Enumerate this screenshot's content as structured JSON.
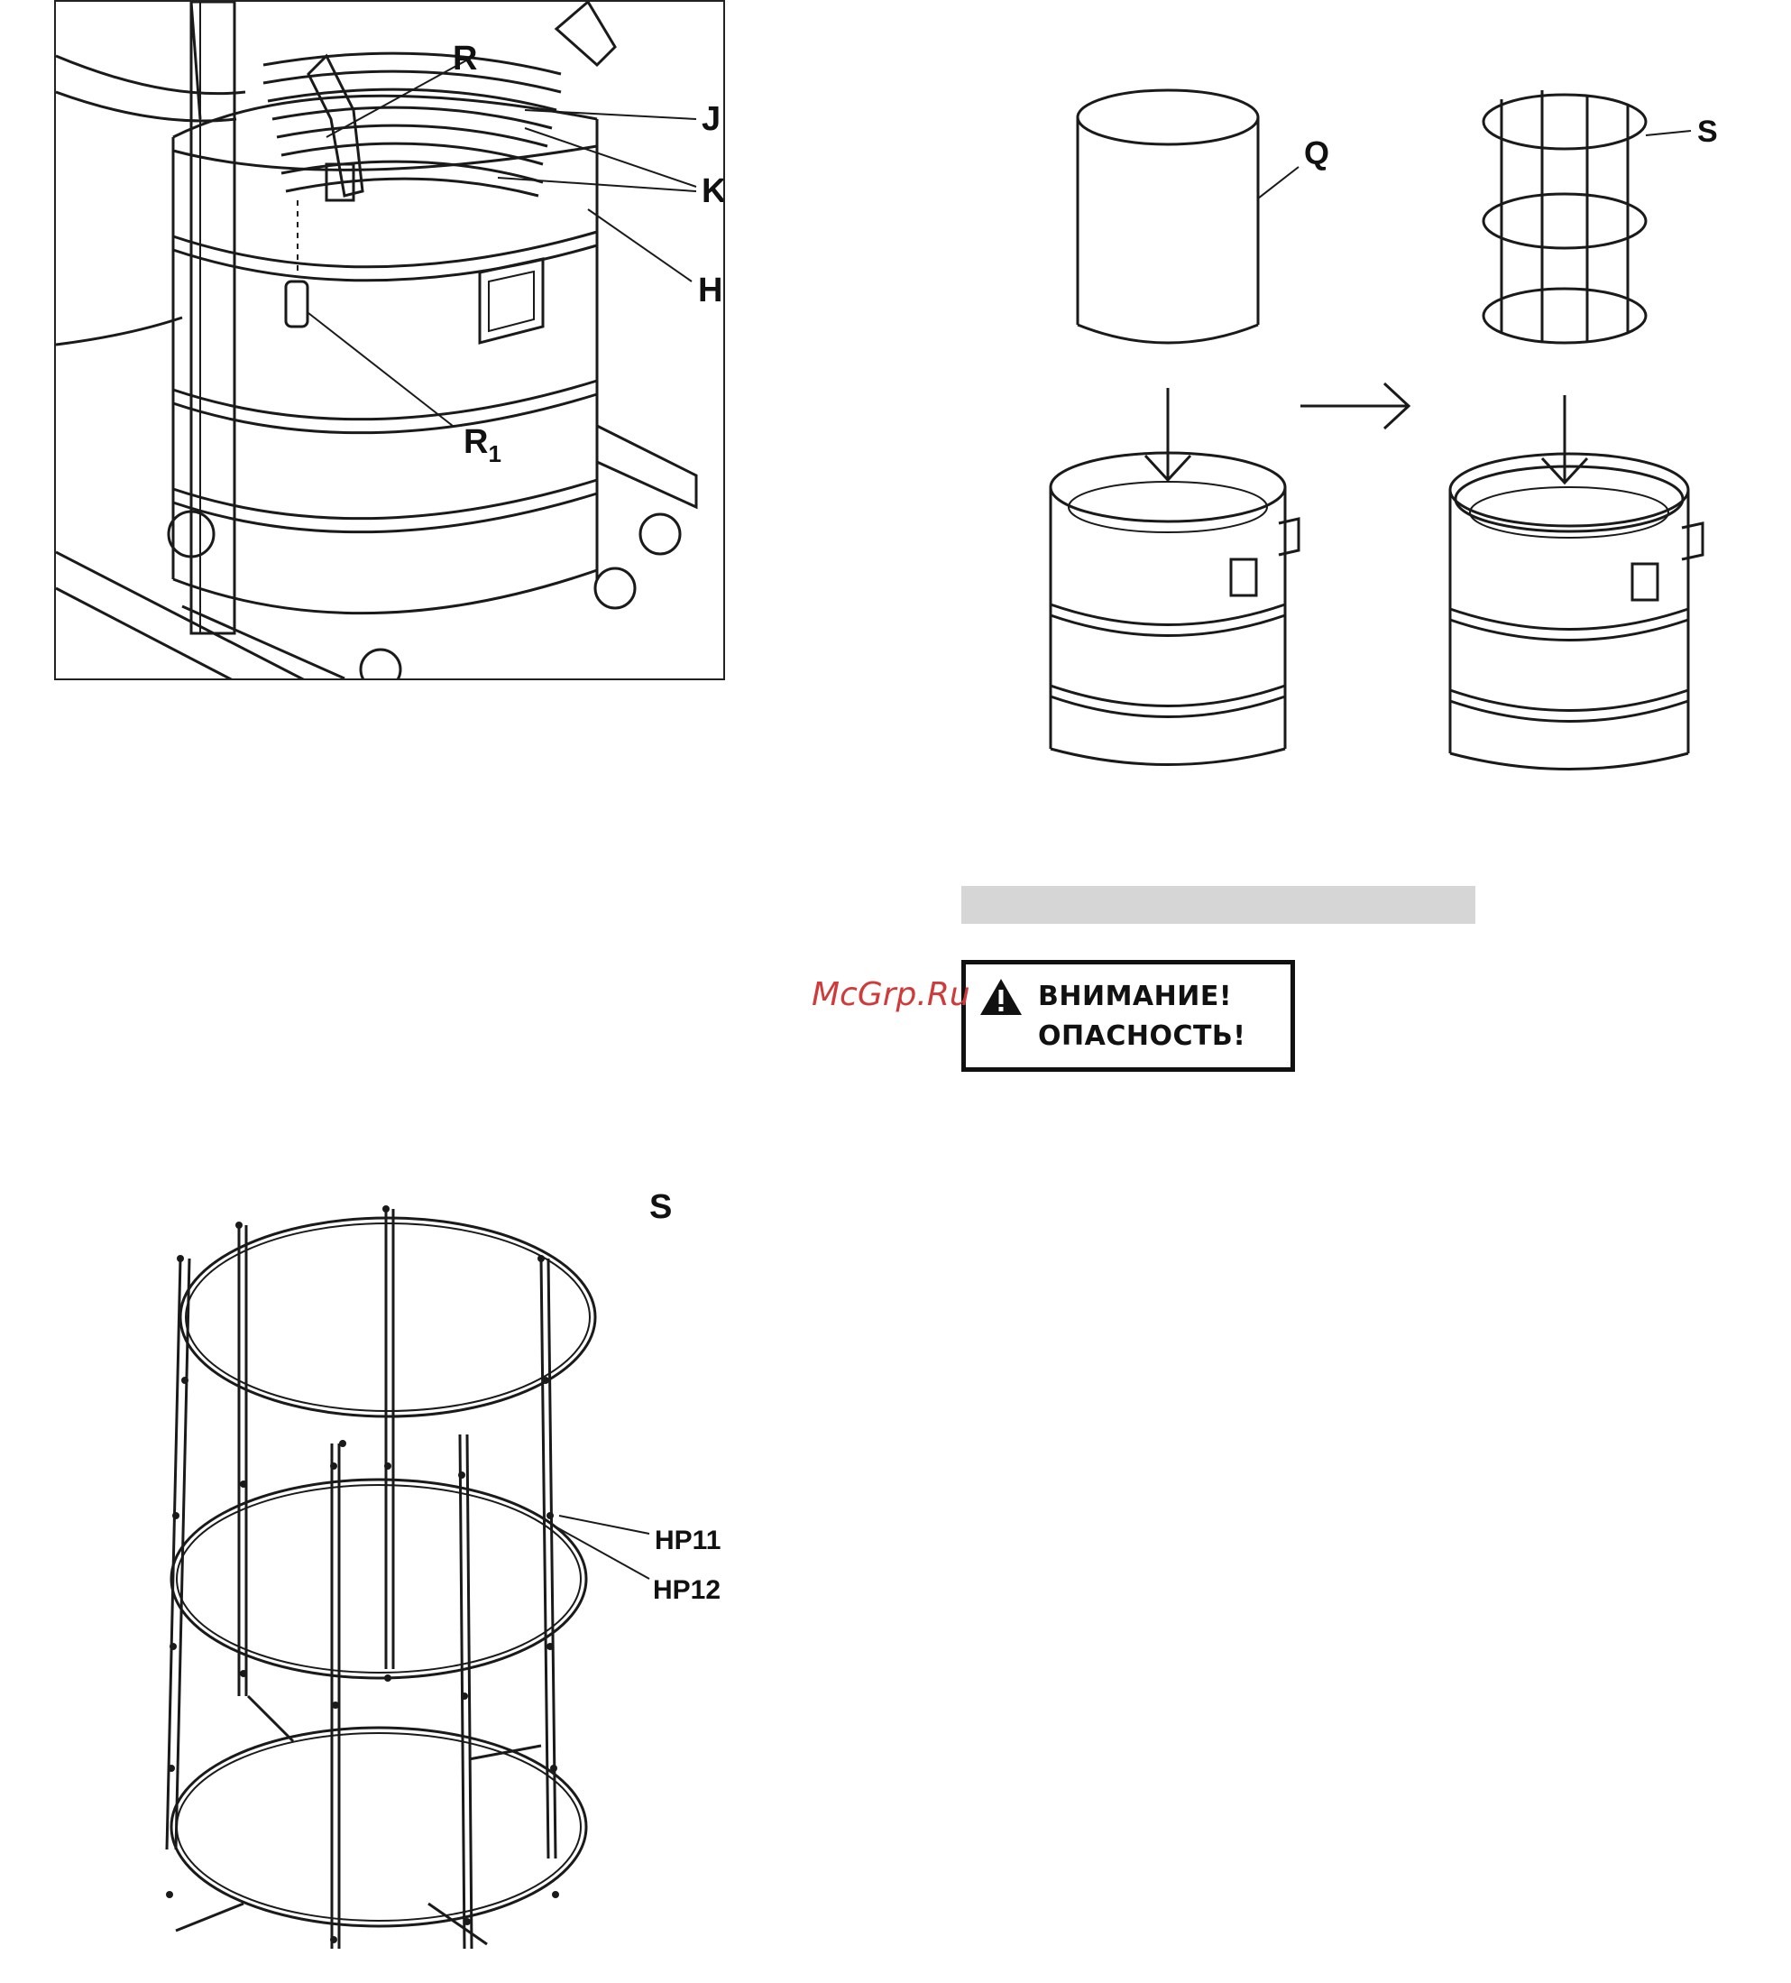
{
  "figure_top_left": {
    "labels": {
      "R": "R",
      "J": "J",
      "K": "K",
      "H": "H",
      "R1_main": "R",
      "R1_sub": "1"
    }
  },
  "figure_top_right": {
    "labels": {
      "Q": "Q",
      "S": "S"
    }
  },
  "figure_cage": {
    "labels": {
      "S": "S",
      "HP11": "HP11",
      "HP12": "HP12"
    }
  },
  "warning": {
    "line1": "ВНИМАНИЕ!",
    "line2": "ОПАСНОСТЬ!",
    "icon": "warning-triangle-icon"
  },
  "watermark": "McGrp.Ru",
  "colors": {
    "watermark": "#cf3a3a",
    "bar": "#d6d6d6"
  }
}
